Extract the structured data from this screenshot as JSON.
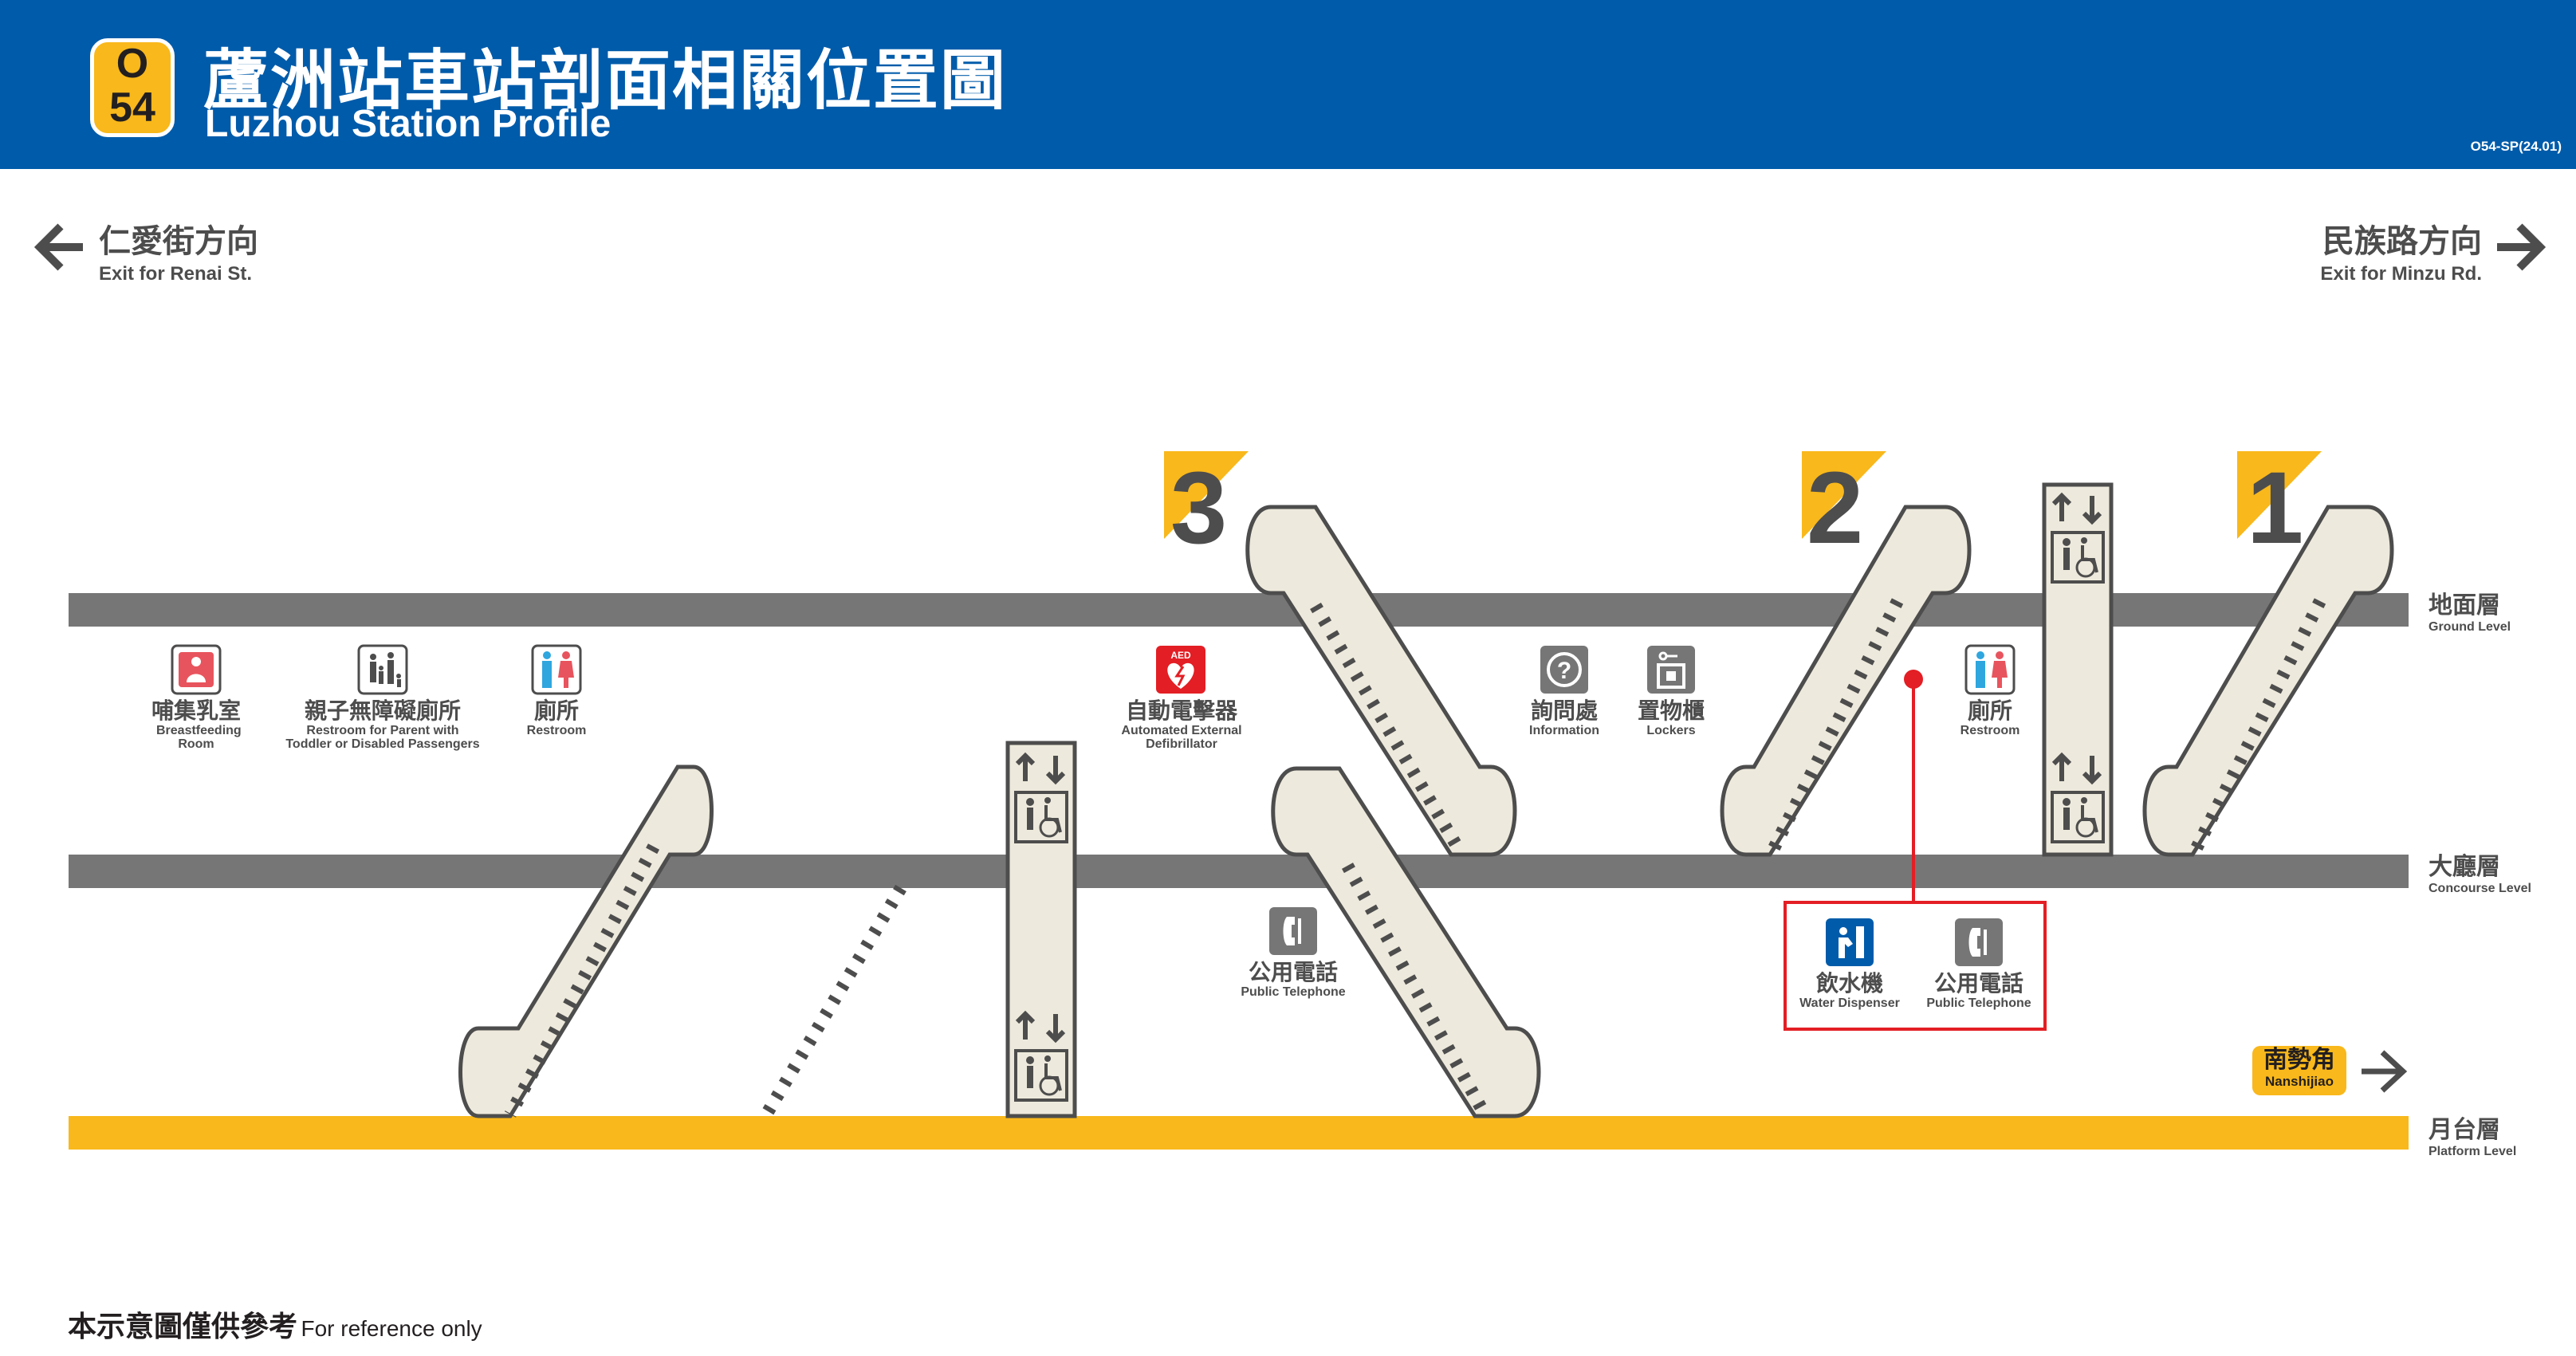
{
  "header": {
    "badge_line": "O",
    "badge_number": "54",
    "title_zh": "蘆洲站車站剖面相關位置圖",
    "title_en": "Luzhou Station Profile",
    "code": "O54-SP(24.01)"
  },
  "directions": {
    "left": {
      "zh": "仁愛街方向",
      "en": "Exit for Renai St."
    },
    "right": {
      "zh": "民族路方向",
      "en": "Exit for Minzu Rd."
    }
  },
  "levels": {
    "ground": {
      "zh": "地面層",
      "en": "Ground Level"
    },
    "concourse": {
      "zh": "大廳層",
      "en": "Concourse Level"
    },
    "platform": {
      "zh": "月台層",
      "en": "Platform Level"
    }
  },
  "exits": [
    "3",
    "2",
    "1"
  ],
  "facilities": {
    "breastfeeding": {
      "zh": "哺集乳室",
      "en": "Breastfeeding Room"
    },
    "family_restroom": {
      "zh": "親子無障礙廁所",
      "en1": "Restroom for Parent with",
      "en2": "Toddler or Disabled Passengers"
    },
    "restroom_left": {
      "zh": "廁所",
      "en": "Restroom"
    },
    "aed": {
      "zh": "自動電擊器",
      "en1": "Automated External",
      "en2": "Defibrillator"
    },
    "information": {
      "zh": "詢問處",
      "en": "Information"
    },
    "lockers": {
      "zh": "置物櫃",
      "en": "Lockers"
    },
    "restroom_right": {
      "zh": "廁所",
      "en": "Restroom"
    },
    "telephone_mid": {
      "zh": "公用電話",
      "en": "Public Telephone"
    },
    "water": {
      "zh": "飲水機",
      "en": "Water Dispenser"
    },
    "telephone_right": {
      "zh": "公用電話",
      "en": "Public Telephone"
    },
    "aed_icon_text": "AED"
  },
  "terminus": {
    "zh": "南勢角",
    "en": "Nanshijiao"
  },
  "note": {
    "zh": "本示意圖僅供參考",
    "en": "For reference only"
  },
  "colors": {
    "header": "#005baa",
    "line_yellow": "#f9b81b",
    "floor_gray": "#767676",
    "escalator": "#ede9dc",
    "highlight_red": "#e31e24"
  }
}
